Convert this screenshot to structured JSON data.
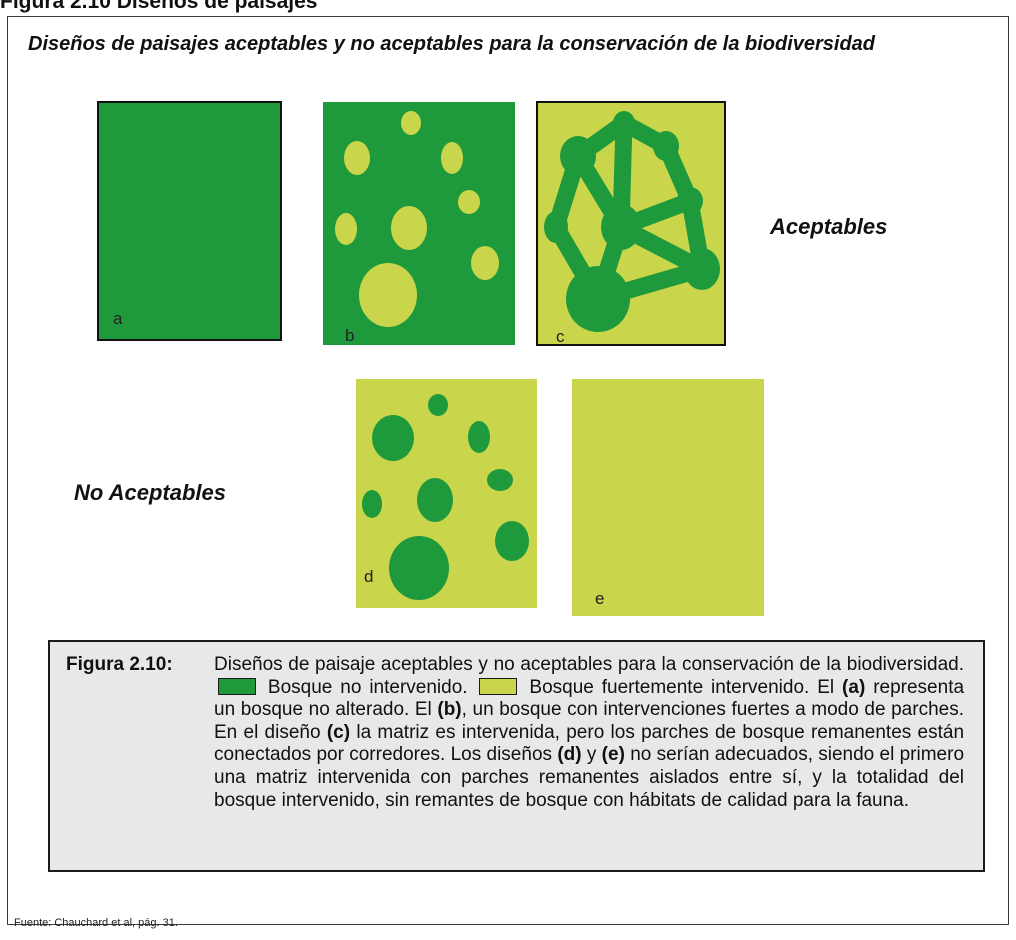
{
  "top_clip_text": "Figura 2.10 Diseños de paisajes",
  "title": "Diseños de paisajes aceptables y no aceptables para la conservación de la biodiversidad",
  "colors": {
    "forest": "#1e9a3c",
    "intervened": "#c9d54a",
    "caption_bg": "#e8e8e8"
  },
  "panels": {
    "a": "a",
    "b": "b",
    "c": "c",
    "d": "d",
    "e": "e"
  },
  "group_labels": {
    "acceptable": "Aceptables",
    "not_acceptable": "No Aceptables"
  },
  "caption": {
    "label": "Figura 2.10:",
    "part1": "Diseños de paisaje aceptables y no aceptables para la conservación de la biodiversidad.",
    "legend_forest": "Bosque no intervenido.",
    "legend_intervened": "Bosque fuertemente intervenido.",
    "s1": "El",
    "ref_a": "(a)",
    "s2": "representa un bosque no alterado. El",
    "ref_b": "(b)",
    "s3": ", un bosque con intervenciones fuertes a modo de parches. En el diseño",
    "ref_c": "(c)",
    "s4": "la matriz es intervenida, pero los parches de bosque remanentes están conectados por corredores. Los diseños",
    "ref_d": "(d)",
    "s5": "y",
    "ref_e": "(e)",
    "s6": "no serían adecuados, siendo el primero una matriz intervenida con parches remanentes aislados entre sí, y la totalidad del bosque intervenido, sin remantes de bosque con hábitats de calidad para la fauna."
  },
  "source": "Fuente: Chauchard et al, pág. 31."
}
